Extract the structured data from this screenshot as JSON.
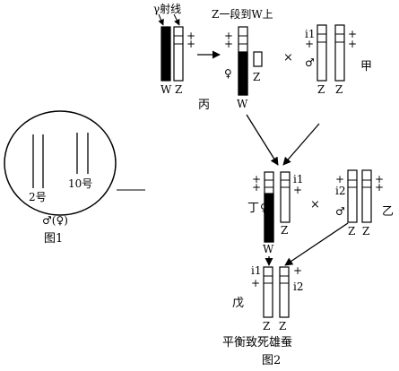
{
  "figure1": {
    "chrom_2_label": "2号",
    "chrom_10_label": "10号",
    "sex_label": "♂(♀)",
    "caption": "图1"
  },
  "figure2": {
    "gamma_ray_label": "γ射线",
    "translocation_label": "Z一段到W上",
    "bing": {
      "name": "丙",
      "female_symbol": "♀",
      "chrom_w_label": "W",
      "chrom_z_label": "Z",
      "fragment_label": "Z"
    },
    "bing_result_w_label": "W",
    "jia": {
      "name": "甲",
      "male_symbol": "♂",
      "gene_label": "i1",
      "chrom_z1_label": "Z",
      "chrom_z2_label": "Z"
    },
    "ding": {
      "name": "丁",
      "female_symbol": "♀",
      "gene_label": "i1",
      "chrom_w_label": "W",
      "chrom_z_label": "Z"
    },
    "yi": {
      "name": "乙",
      "male_symbol": "♂",
      "gene_label": "i2",
      "chrom_z1_label": "Z",
      "chrom_z2_label": "Z"
    },
    "wu": {
      "name": "戊",
      "gene1_label": "i1",
      "gene2_label": "i2",
      "chrom_z1_label": "Z",
      "chrom_z2_label": "Z"
    },
    "result_label": "平衡致死雄蚕",
    "caption": "图2"
  },
  "symbols": {
    "cross": "×",
    "plus": "+"
  }
}
